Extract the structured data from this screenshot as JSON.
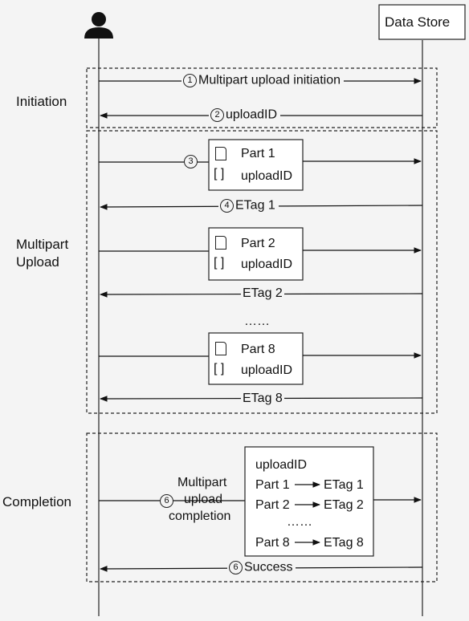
{
  "participants": {
    "datastore_label": "Data Store"
  },
  "phases": {
    "initiation": "Initiation",
    "multipart_line1": "Multipart",
    "multipart_line2": "Upload",
    "completion": "Completion"
  },
  "steps": {
    "s1_num": "1",
    "s1_label": "Multipart upload initiation",
    "s2_num": "2",
    "s2_label": "uploadID",
    "s3_num": "3",
    "s4_num": "4",
    "s4_label": "ETag 1",
    "etag2_label": "ETag 2",
    "etag8_label": "ETag 8",
    "ellipsis": "……",
    "s6_num": "6",
    "s6_label_line1": "Multipart",
    "s6_label_line2": "upload",
    "s6_label_line3": "completion",
    "s6b_num": "6",
    "s6b_label": "Success"
  },
  "part_boxes": [
    {
      "part": "Part 1",
      "id": "uploadID",
      "doc_icon": "document-icon",
      "bracket_icon": "bracket-icon"
    },
    {
      "part": "Part 2",
      "id": "uploadID",
      "doc_icon": "document-icon",
      "bracket_icon": "bracket-icon"
    },
    {
      "part": "Part 8",
      "id": "uploadID",
      "doc_icon": "document-icon",
      "bracket_icon": "bracket-icon"
    }
  ],
  "completion_box": {
    "header": "uploadID",
    "rows": [
      {
        "part": "Part 1",
        "etag": "ETag 1"
      },
      {
        "part": "Part 2",
        "etag": "ETag 2"
      },
      {
        "part": "Part 8",
        "etag": "ETag 8"
      }
    ],
    "ellipsis": "……"
  },
  "icons": {
    "user": "user-icon",
    "bracket": "[ ]"
  }
}
